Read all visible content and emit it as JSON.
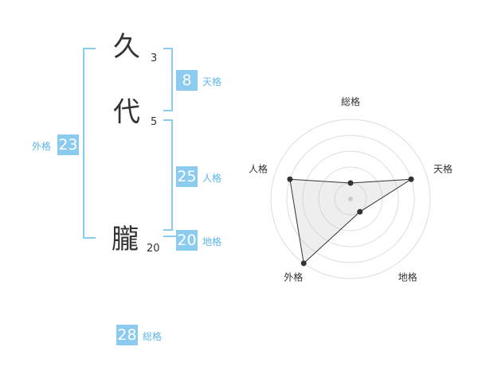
{
  "name": {
    "chars": [
      {
        "char": "久",
        "strokes": "3"
      },
      {
        "char": "代",
        "strokes": "5"
      },
      {
        "char": "朧",
        "strokes": "20"
      }
    ]
  },
  "fortune": {
    "tenkaku": {
      "value": "8",
      "label": "天格"
    },
    "jinkaku": {
      "value": "25",
      "label": "人格"
    },
    "chikaku": {
      "value": "20",
      "label": "地格"
    },
    "gaikaku": {
      "value": "23",
      "label": "外格"
    },
    "soukaku": {
      "value": "28",
      "label": "総格"
    }
  },
  "colors": {
    "accent": "#8ccbf0",
    "label": "#5fb6e8",
    "text": "#333333"
  },
  "chart_data": {
    "type": "radar",
    "axes": [
      "総格",
      "天格",
      "地格",
      "外格",
      "人格"
    ],
    "levels": 5,
    "range": [
      0,
      5
    ],
    "values": [
      1,
      4,
      1,
      5,
      4
    ]
  }
}
